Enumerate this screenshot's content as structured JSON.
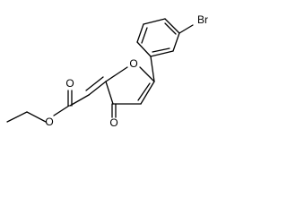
{
  "structure": {
    "atoms": {
      "ring_oxygen": "O",
      "ketone_oxygen": "O",
      "ester_carbonyl_oxygen": "O",
      "ester_ether_oxygen": "O",
      "bromine": "Br"
    }
  }
}
